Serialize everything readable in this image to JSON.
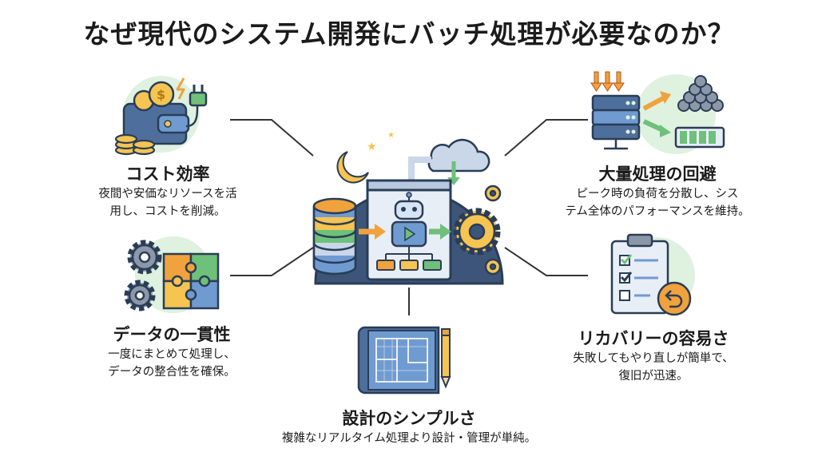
{
  "title": "なぜ現代のシステム開発にバッチ処理が必要なのか？",
  "features": {
    "cost": {
      "title": "コスト効率",
      "desc1": "夜間や安価なリソースを活",
      "desc2": "用し、コストを削減。",
      "icon": "wallet-coins-plug-icon"
    },
    "consistency": {
      "title": "データの一貫性",
      "desc1": "一度にまとめて処理し、",
      "desc2": "データの整合性を確保。",
      "icon": "gears-puzzle-icon"
    },
    "simplicity": {
      "title": "設計のシンプルさ",
      "desc1": "複雑なリアルタイム処理より設計・管理が単純。",
      "icon": "blueprint-pencil-icon"
    },
    "volume": {
      "title": "大量処理の回避",
      "desc1": "ピーク時の負荷を分散し、シス",
      "desc2": "テム全体のパフォーマンスを維持。",
      "icon": "server-load-icon"
    },
    "recovery": {
      "title": "リカバリーの容易さ",
      "desc1": "失敗してもやり直しが簡単で、",
      "desc2": "復旧が迅速。",
      "icon": "checklist-undo-icon"
    }
  },
  "center": {
    "icon": "night-batch-robot-icon"
  },
  "colors": {
    "navy": "#2f4a6b",
    "blue": "#6f9bd1",
    "orange": "#f0a23c",
    "green": "#6fc07a",
    "yellow": "#f5c451",
    "mint": "#dff1df"
  }
}
